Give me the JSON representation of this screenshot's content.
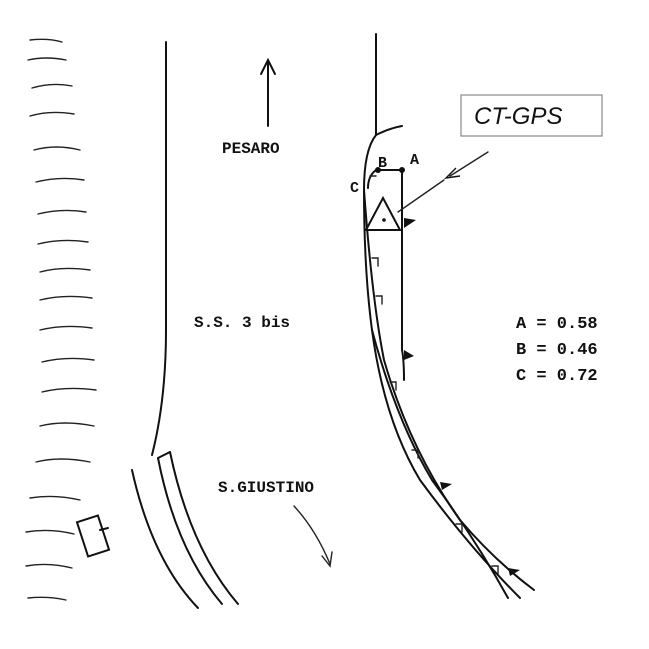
{
  "labels": {
    "north_town": "PESARO",
    "road": "S.S. 3 bis",
    "south_town": "S.GIUSTINO"
  },
  "device": {
    "name": "CT-GPS"
  },
  "points": {
    "a": "A",
    "b": "B",
    "c": "C"
  },
  "legend": [
    {
      "point": "A",
      "value": "0.58",
      "text": "A = 0.58"
    },
    {
      "point": "B",
      "value": "0.46",
      "text": "B = 0.46"
    },
    {
      "point": "C",
      "value": "0.72",
      "text": "C = 0.72"
    }
  ],
  "icons": {
    "north_arrow": "arrow-up-icon",
    "south_arrow": "arrow-down-curved-icon",
    "gps_marker": "triangle-marker-icon"
  }
}
